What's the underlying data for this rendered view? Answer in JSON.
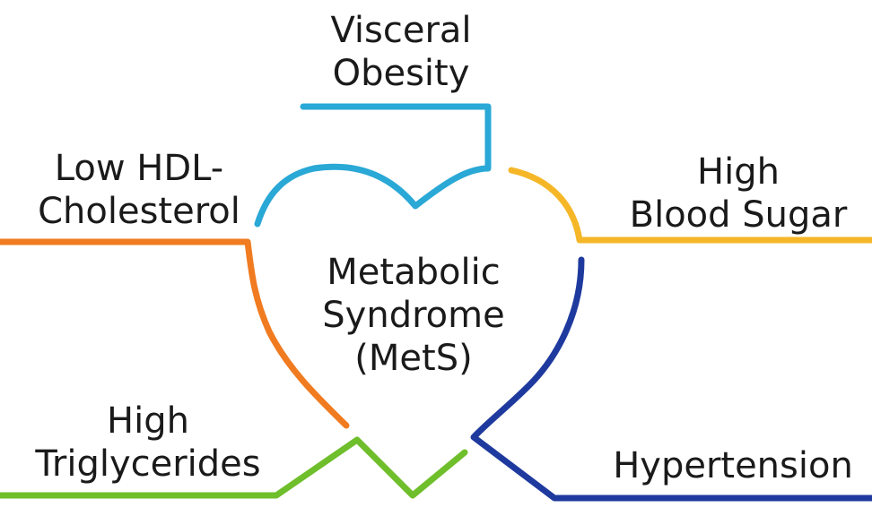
{
  "center": {
    "lines": [
      "Metabolic",
      "Syndrome",
      "(MetS)"
    ]
  },
  "components": [
    {
      "id": "visceral_obesity",
      "lines": [
        "Visceral",
        "Obesity"
      ],
      "color": "#2aa8d6"
    },
    {
      "id": "low_hdl",
      "lines": [
        "Low HDL-",
        "Cholesterol"
      ],
      "color": "#f07b20"
    },
    {
      "id": "high_blood_sugar",
      "lines": [
        "High",
        "Blood Sugar"
      ],
      "color": "#f5b728"
    },
    {
      "id": "high_triglycerides",
      "lines": [
        "High",
        "Triglycerides"
      ],
      "color": "#6fbe2b"
    },
    {
      "id": "hypertension",
      "lines": [
        "Hypertension"
      ],
      "color": "#1f3a9e"
    }
  ]
}
